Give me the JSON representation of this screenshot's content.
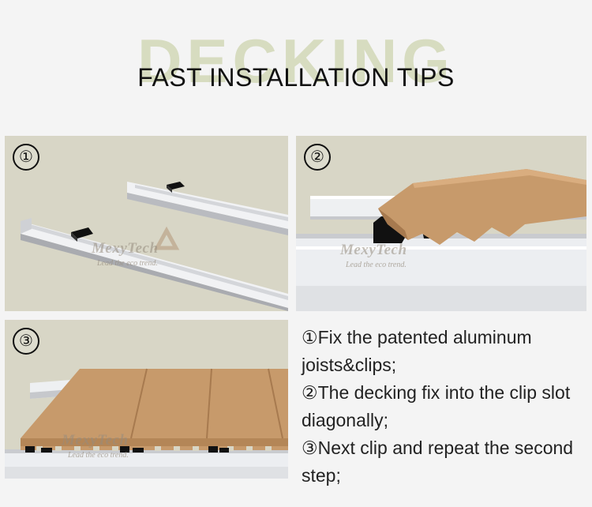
{
  "header": {
    "background_word": "DECKING",
    "title": "FAST INSTALLATION TIPS"
  },
  "panels": [
    {
      "badge": "①",
      "watermark": "MexyTech",
      "slogan": "Lead the eco trend."
    },
    {
      "badge": "②",
      "watermark": "MexyTech",
      "slogan": "Lead the eco trend."
    },
    {
      "badge": "③",
      "watermark": "MexyTech",
      "slogan": "Lead the eco trend."
    }
  ],
  "steps": [
    "①Fix the patented aluminum joists&clips;",
    "②The decking fix into the clip slot diagonally;",
    "③Next clip and repeat the second step;"
  ],
  "colors": {
    "panel_bg": "#d8d6c6",
    "aluminum": "#e6e7ea",
    "board": "#c79a6b",
    "board_dark": "#a77a4f",
    "clip": "#111111",
    "bg_word": "#d7dcc0"
  }
}
